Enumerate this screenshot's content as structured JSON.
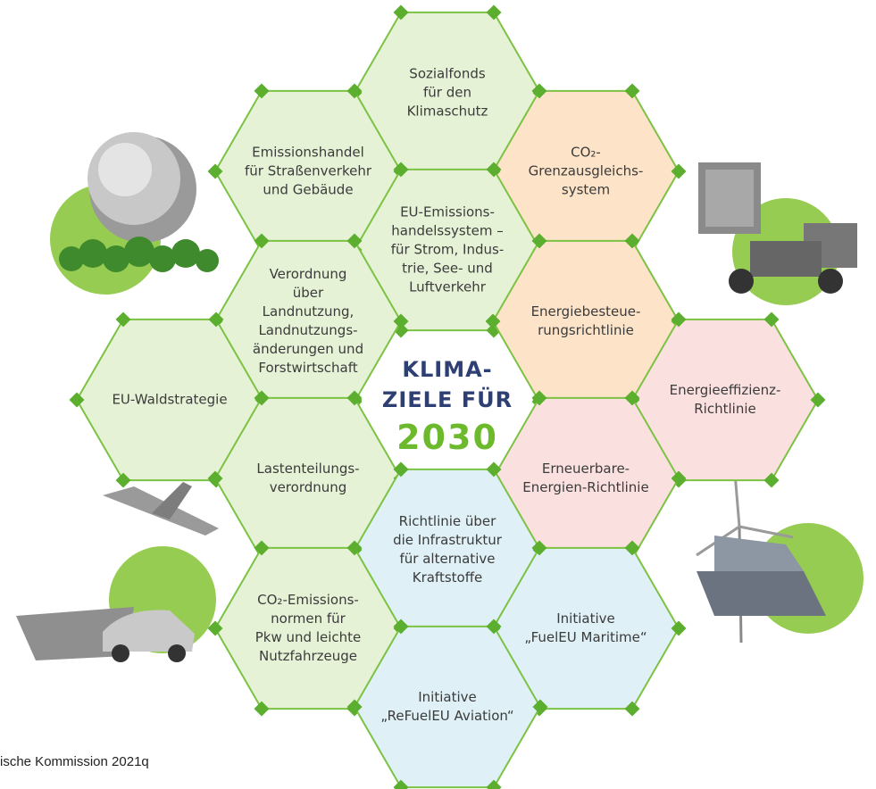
{
  "diagram": {
    "title": {
      "line1": "KLIMA-",
      "line2": "ZIELE FÜR",
      "year": "2030"
    },
    "hexagons": [
      {
        "id": "sozialfonds",
        "text": "Sozialfonds\nfür den\nKlimaschutz",
        "fill": "#e6f2d6"
      },
      {
        "id": "emissionshandel-strasse",
        "text": "Emissionshandel\nfür Straßenverkehr\nund Gebäude",
        "fill": "#e6f2d6"
      },
      {
        "id": "co2-grenzausgleich",
        "text": "CO₂-\nGrenzausgleichs-\nsystem",
        "fill": "#fde3c8"
      },
      {
        "id": "eu-ets",
        "text": "EU-Emissions-\nhandelssystem –\nfür Strom, Indus-\ntrie, See- und\nLuftverkehr",
        "fill": "#e6f2d6"
      },
      {
        "id": "lulucf",
        "text": "Verordnung\nüber\nLandnutzung,\nLandnutzungs-\nänderungen und\nForstwirtschaft",
        "fill": "#e6f2d6"
      },
      {
        "id": "energiebesteuerung",
        "text": "Energiebesteue-\nrungsrichtlinie",
        "fill": "#fde3c8"
      },
      {
        "id": "waldstrategie",
        "text": "EU-Waldstrategie",
        "fill": "#e6f2d6"
      },
      {
        "id": "energieeffizienz",
        "text": "Energieeffizienz-\nRichtlinie",
        "fill": "#fbe0e0"
      },
      {
        "id": "lastenteilung",
        "text": "Lastenteilungs-\nverordnung",
        "fill": "#e6f2d6"
      },
      {
        "id": "erneuerbare",
        "text": "Erneuerbare-\nEnergien-Richtlinie",
        "fill": "#fbe0e0"
      },
      {
        "id": "infrastruktur",
        "text": "Richtlinie über\ndie Infrastruktur\nfür alternative\nKraftstoffe",
        "fill": "#dff0f6"
      },
      {
        "id": "co2-pkw",
        "text": "CO₂-Emissions-\nnormen für\nPkw und leichte\nNutzfahrzeuge",
        "fill": "#e6f2d6"
      },
      {
        "id": "fueleu-maritime",
        "text": "Initiative\n„FuelEU Maritime“",
        "fill": "#dff0f6"
      },
      {
        "id": "refueleu-aviation",
        "text": "Initiative\n„ReFuelEU Aviation“",
        "fill": "#dff0f6"
      }
    ],
    "colors": {
      "border": "#7cc243",
      "dot": "#5cae2e",
      "title": "#2e3f73",
      "year": "#6cba2c"
    }
  },
  "illustrations": [
    "earth-with-trees",
    "container-forklift",
    "airplane-ship-car",
    "wind-turbine-solar-panels"
  ],
  "source": "ische Kommission 2021q"
}
